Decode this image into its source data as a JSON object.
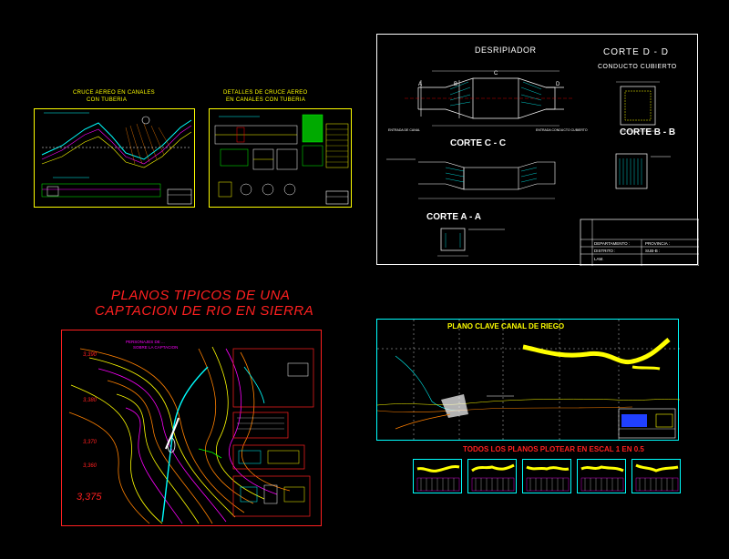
{
  "colors": {
    "background": "#000000",
    "yellow": "#ffff00",
    "white": "#ffffff",
    "red": "#ff2020",
    "cyan": "#00ffff",
    "magenta": "#ff00ff",
    "green": "#00ff00",
    "orange": "#ff8000"
  },
  "panel_cruce": {
    "sheet1_title_line1": "CRUCE AEREO EN CANALES",
    "sheet1_title_line2": "CON TUBERIA",
    "sheet2_title_line1": "DETALLES DE CRUCE AEREO",
    "sheet2_title_line2": "EN CANALES CON TUBERIA"
  },
  "panel_desripiador": {
    "title": "DESRIPIADOR",
    "corte_d_title": "CORTE D - D",
    "corte_d_subtitle": "CONDUCTO CUBIERTO",
    "corte_c_title": "CORTE C - C",
    "corte_b_title": "CORTE B - B",
    "corte_a_title": "CORTE A - A",
    "section_marks": [
      "A",
      "B",
      "C",
      "D"
    ],
    "label_entrada": "ENTRADA DE CANAL",
    "label_salida": "ENTRADA CONDUCTO CUBIERTO",
    "title_block": {
      "departamento": "DEPARTAMENTO :",
      "provincia": "PROVINCIA :",
      "distrito": "DISTRITO :",
      "sub": "SUB-B :",
      "lam": "LAM."
    }
  },
  "main_title_line1": "PLANOS TIPICOS DE UNA",
  "main_title_line2": "CAPTACION DE RIO EN SIERRA",
  "panel_captacion": {
    "sheet_title_line1": "PERSONAJES DE ...",
    "sheet_title_line2": "SOBRE LA CAPTACION",
    "elevation_labels": [
      "3,390",
      "3,380",
      "3,370",
      "3,360",
      "3,375"
    ]
  },
  "panel_canal": {
    "title": "PLANO CLAVE CANAL DE RIEGO",
    "footer_note": "TODOS LOS PLANOS PLOTEAR EN ESCAL 1 EN 0.5",
    "thumbnail_count": 5
  }
}
